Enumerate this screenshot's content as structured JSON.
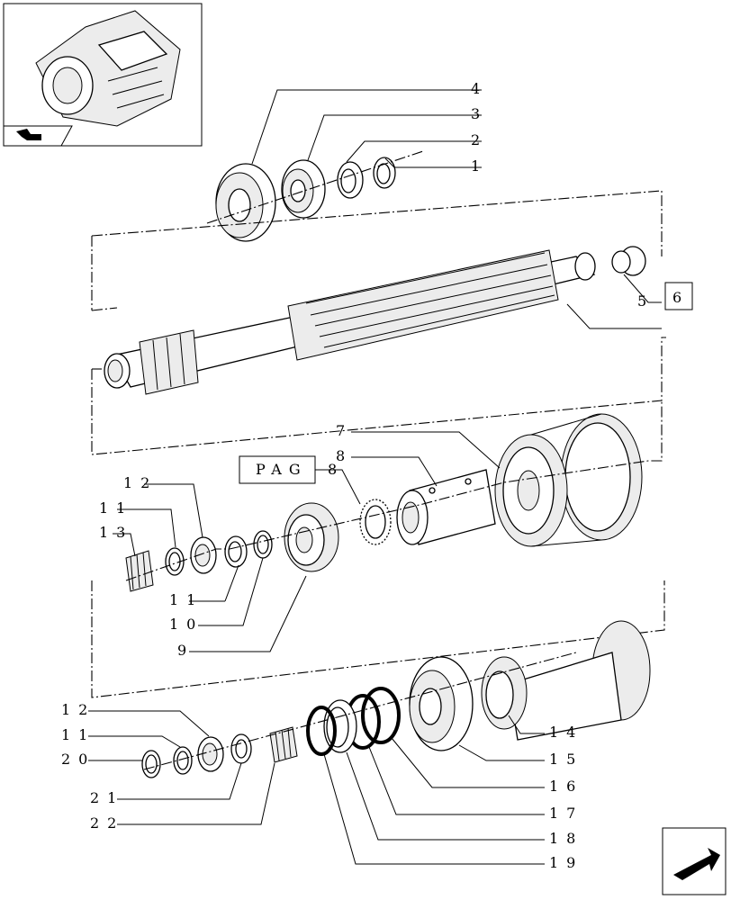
{
  "callouts": {
    "c1": "1",
    "c2": "2",
    "c3": "3",
    "c4": "4",
    "c5": "5",
    "c6": "6",
    "c7": "7",
    "c8": "8",
    "c9": "9",
    "c10": "10",
    "c11a": "11",
    "c11b": "11",
    "c12a": "12",
    "c13": "13",
    "c14": "14",
    "c15": "15",
    "c16": "16",
    "c17": "17",
    "c18": "18",
    "c19": "19",
    "c11c": "11",
    "c12b": "12",
    "c20": "20",
    "c21": "21",
    "c22": "22"
  },
  "pag_label": "PAG",
  "pag_ref": "8",
  "ref_box": "6",
  "icons": {
    "thumbnail": "transmission-housing-thumbnail-icon",
    "nav_back": "arrow-back-icon",
    "nav_next": "arrow-next-icon"
  }
}
